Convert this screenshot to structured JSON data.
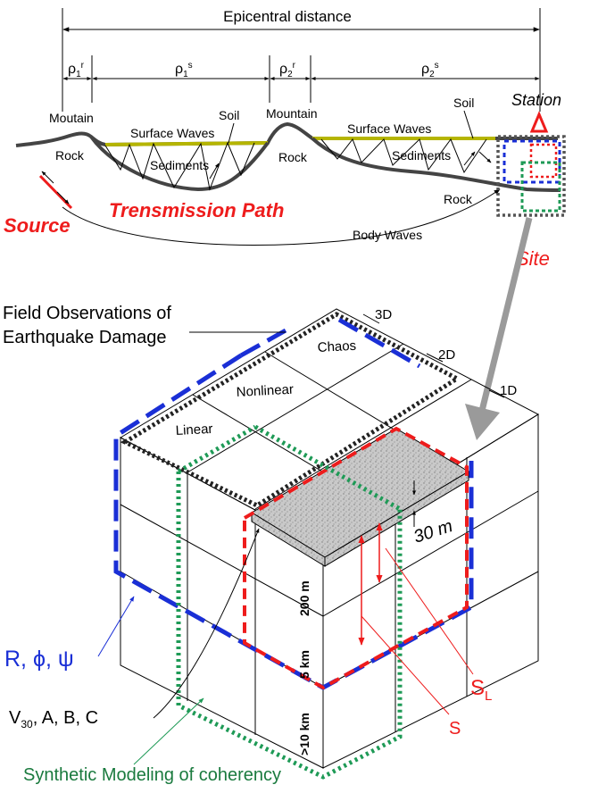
{
  "profile": {
    "title": "Epicentral distance",
    "rho1r": "ρ",
    "rho1r_sub": "1",
    "rho1r_sup": "r",
    "rho1s": "ρ",
    "rho1s_sub": "1",
    "rho1s_sup": "s",
    "rho2r": "ρ",
    "rho2r_sub": "2",
    "rho2r_sup": "r",
    "rho2s": "ρ",
    "rho2s_sub": "2",
    "rho2s_sup": "s",
    "moutain": "Moutain",
    "mountain": "Mountain",
    "soil1": "Soil",
    "soil2": "Soil",
    "surface_waves1": "Surface Waves",
    "surface_waves2": "Surface Waves",
    "rock1": "Rock",
    "rock2": "Rock",
    "rock3": "Rock",
    "sediments1": "Sediments",
    "sediments2": "Sediments",
    "station": "Station",
    "source": "Source",
    "path": "Trensmission Path",
    "body_waves": "Body Waves",
    "site": "Site"
  },
  "cube": {
    "field_obs_line1": "Field Observations of",
    "field_obs_line2": "Earthquake Damage",
    "d3": "3D",
    "d2": "2D",
    "d1": "1D",
    "chaos": "Chaos",
    "nonlinear": "Nonlinear",
    "linear": "Linear",
    "depth_30m": "30 m",
    "depth_200m": "200 m",
    "depth_5km": "5 km",
    "depth_10km": ">10 km",
    "rphipsi": "R, ϕ, ψ",
    "v30_main": "V",
    "v30_sub": "30",
    "v30_rest": ",  A, B, C",
    "sl_main": "S",
    "sl_sub": "L",
    "s": "S",
    "synthetic": "Synthetic Modeling of coherency"
  },
  "colors": {
    "blue": "#1a2fd6",
    "red": "#ee1c1c",
    "green": "#1e9a56",
    "dark_green": "#1a7a3e",
    "black_dots": "#222222",
    "gray_dots": "#555555",
    "soil_yellow": "#b5b500",
    "gray_arrow": "#9a9a9a"
  }
}
